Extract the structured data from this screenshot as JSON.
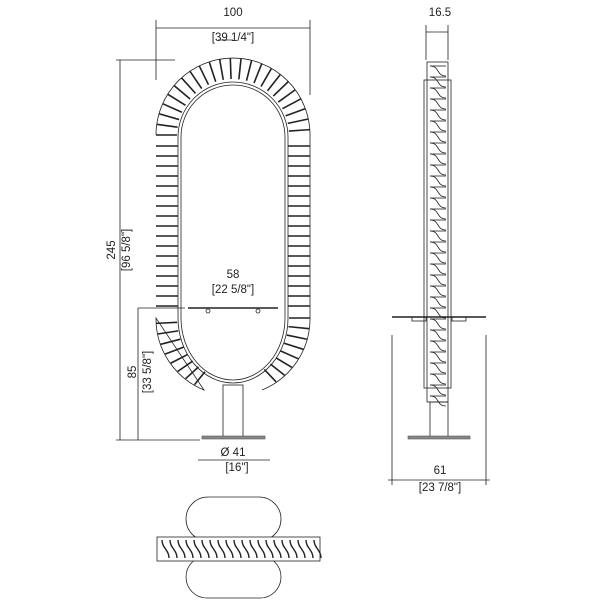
{
  "dimensions": {
    "width": {
      "value": "100",
      "imperial": "[39 1/4\"]"
    },
    "depth": {
      "value": "16.5"
    },
    "height": {
      "value": "245",
      "imperial": "[96 5/8\"]"
    },
    "shelf_height": {
      "value": "85",
      "imperial": "[33 5/8\"]"
    },
    "shelf_width": {
      "value": "58",
      "imperial": "[22 5/8\"]"
    },
    "base_diameter": {
      "value": "Ø 41",
      "imperial": "[16\"]"
    },
    "shelf_depth": {
      "value": "61",
      "imperial": "[23 7/8\"]"
    }
  },
  "colors": {
    "line": "#222222",
    "fill": "#888888"
  }
}
